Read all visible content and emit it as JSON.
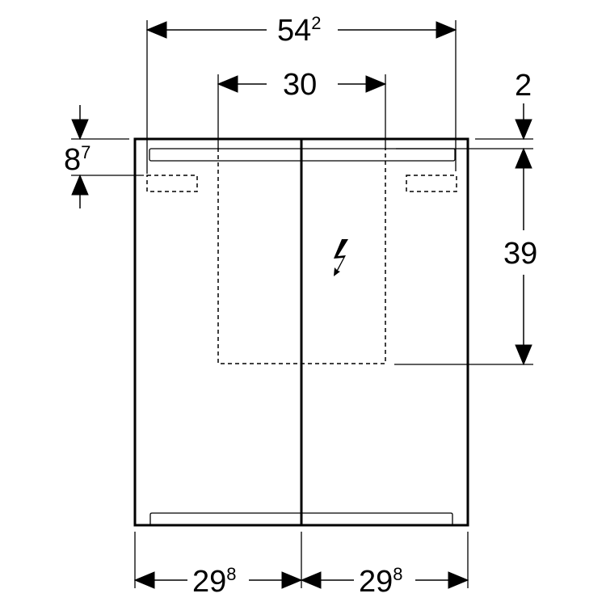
{
  "drawing": {
    "type": "technical-dimension-drawing",
    "subject": "two-door mirror cabinet front view",
    "colors": {
      "line": "#000000",
      "background": "#ffffff"
    }
  },
  "dimensions": {
    "overall_width": {
      "main": "54",
      "sup": "2"
    },
    "cutout_width": {
      "main": "30",
      "sup": ""
    },
    "top_offset": {
      "main": "2",
      "sup": ""
    },
    "light_height": {
      "main": "8",
      "sup": "7"
    },
    "cutout_height": {
      "main": "39",
      "sup": ""
    },
    "left_door_width": {
      "main": "29",
      "sup": "8"
    },
    "right_door_width": {
      "main": "29",
      "sup": "8"
    }
  },
  "icons": {
    "electrical": "lightning-bolt-icon"
  }
}
